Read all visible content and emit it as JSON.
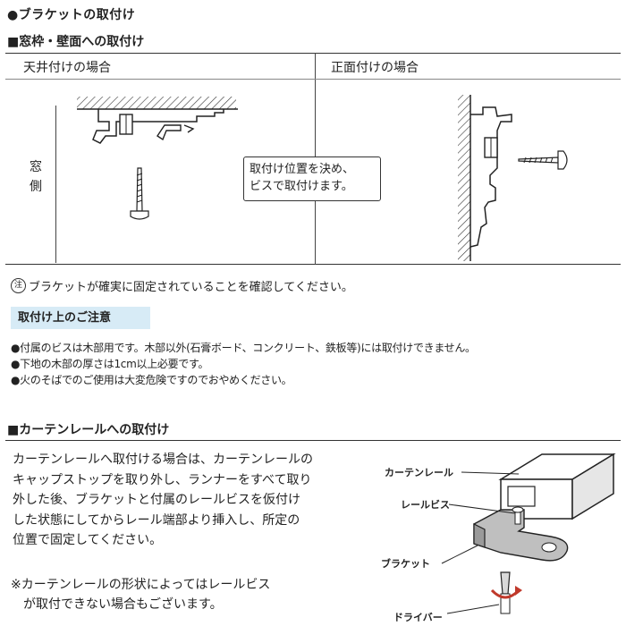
{
  "headings": {
    "main": "●ブラケットの取付け",
    "window": "■窓枠・壁面への取付け",
    "rail": "■カーテンレールへの取付け"
  },
  "table": {
    "col_ceiling": "天井付けの場合",
    "col_front": "正面付けの場合",
    "window_side": [
      "窓",
      "側"
    ],
    "callout": [
      "取付け位置を決め、",
      "ビスで取付けます。"
    ]
  },
  "note": {
    "mark": "注",
    "text": "ブラケットが確実に固定されていることを確認してください。"
  },
  "caution": {
    "title": "取付け上のご注意",
    "items": [
      "●付属のビスは木部用です。木部以外(石膏ボード、コンクリート、鉄板等)には取付けできません。",
      "●下地の木部の厚さは1cm以上必要です。",
      "●火のそばでのご使用は大変危険ですのでおやめください。"
    ]
  },
  "rail_section": {
    "paragraph": [
      "カーテンレールへ取付ける場合は、カーテンレールの",
      "キャップストップを取り外し、ランナーをすべて取り",
      "外した後、ブラケットと付属のレールビスを仮付け",
      "した状態にしてからレール端部より挿入し、所定の",
      "位置で固定してください。"
    ],
    "note_lines": [
      "※カーテンレールの形状によってはレールビス",
      "　が取付できない場合もございます。"
    ],
    "labels": {
      "rail": "カーテンレール",
      "rail_screw": "レールビス",
      "bracket": "ブラケット",
      "driver": "ドライバー"
    }
  }
}
